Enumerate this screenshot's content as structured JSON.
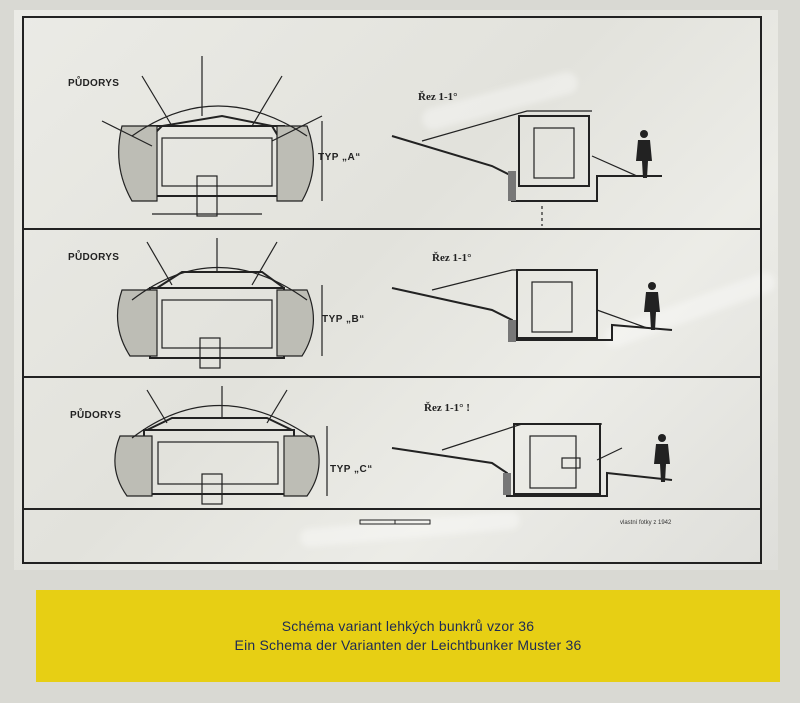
{
  "rows": [
    {
      "plan_label": "PŮDORYS",
      "type_label": "TYP „A“",
      "section_label": "Řez 1-1°"
    },
    {
      "plan_label": "PŮDORYS",
      "type_label": "TYP „B“",
      "section_label": "Řez 1-1°"
    },
    {
      "plan_label": "PŮDORYS",
      "type_label": "TYP „C“",
      "section_label": "Řez 1-1° !"
    }
  ],
  "footnote": "vlastní fotky z 1942",
  "caption": {
    "line1": "Schéma variant lehkých bunkrů vzor 36",
    "line2": "Ein Schema der Varianten der Leichtbunker Muster 36"
  },
  "colors": {
    "caption_bg": "#e7cf14",
    "caption_text": "#1d2a55",
    "ink": "#222222",
    "paper": "#e6e6e0"
  }
}
